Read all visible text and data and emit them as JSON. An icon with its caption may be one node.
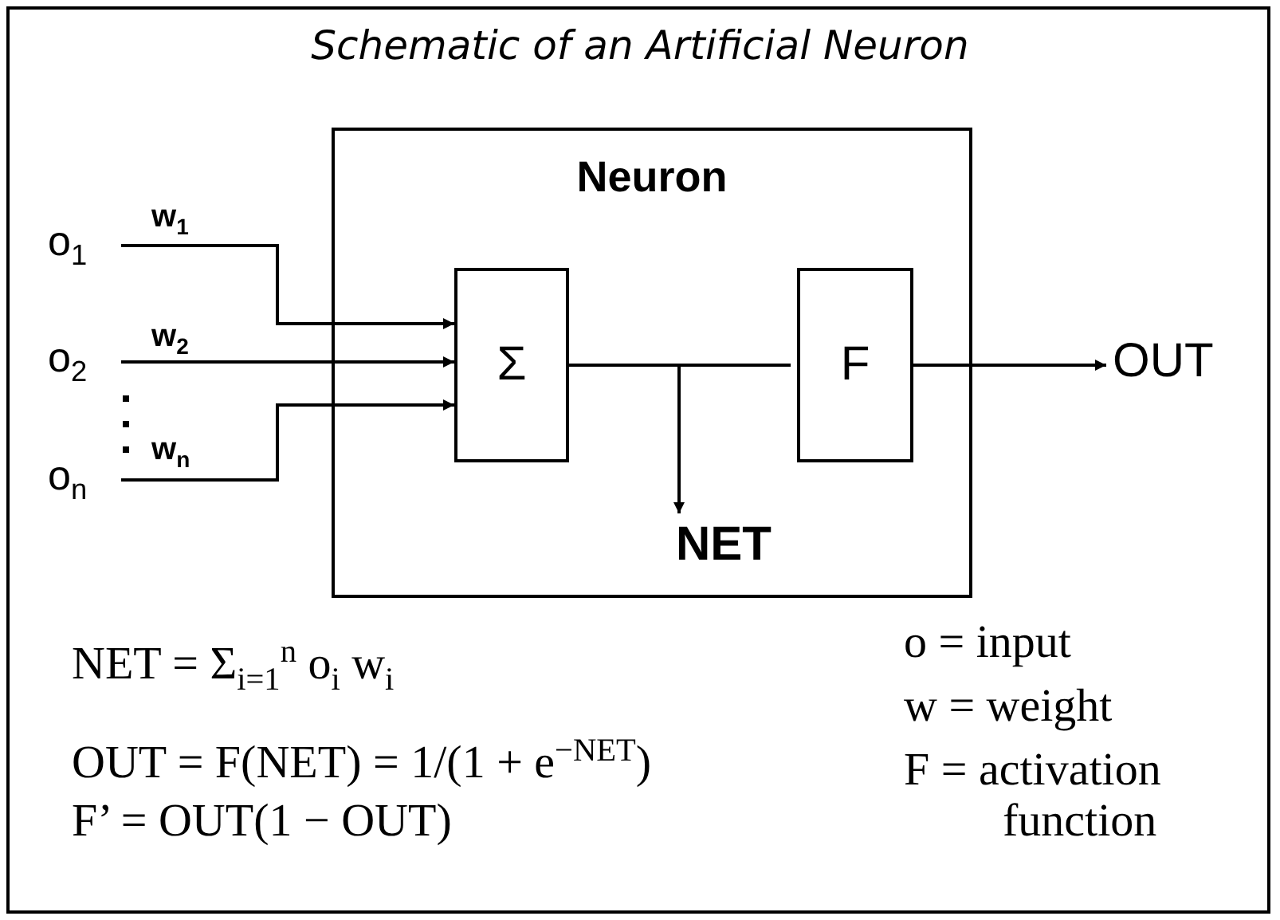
{
  "diagram": {
    "title": "Schematic of an Artificial Neuron",
    "nodes": [
      {
        "text": [
          "Neuron"
        ]
      },
      {
        "text": [
          "Σ"
        ],
        "in": 0
      },
      {
        "text": [
          "F"
        ],
        "in": 0
      },
      {
        "text": [
          "o$_{1}$"
        ]
      },
      {
        "text": [
          "o$_{2}$"
        ]
      },
      {
        "text": [
          "o$_{n}$"
        ]
      },
      {
        "text": [
          "OUT"
        ]
      },
      {
        "text": [
          "NET"
        ],
        "in": 0
      }
    ],
    "edges": [
      {
        "from": 3,
        "to": 1,
        "arrow": "to",
        "label": "w$_{1}$"
      },
      {
        "from": 4,
        "to": 1,
        "arrow": "to",
        "label": "w$_{2}$"
      },
      {
        "from": 5,
        "to": 1,
        "arrow": "to",
        "label": "w$_{n}$"
      },
      {
        "from": 1,
        "to": 2,
        "arrow": "none"
      },
      {
        "from": 2,
        "to": 6,
        "arrow": "to"
      },
      {
        "from": 1,
        "to": 7,
        "arrow": "to"
      }
    ],
    "labels": [
      "NET = Σ$_{i=1}$$^{n}$ o$_{i}$ w$_{i}$",
      "OUT = F(NET) = 1/(1 + e$^{−NET}$)",
      "F’  = OUT(1 − OUT)",
      "o = input",
      "w = weight",
      "F = activation function"
    ]
  }
}
